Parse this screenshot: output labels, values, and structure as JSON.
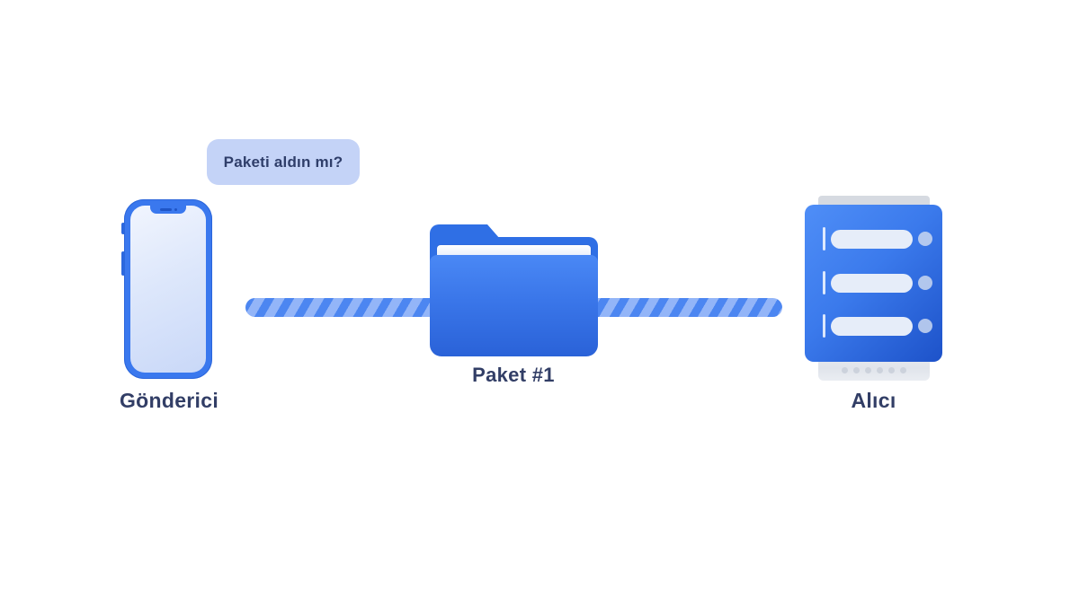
{
  "diagram": {
    "description": "Data transmission illustration: sender phone sends packet over link to receiver server",
    "chat_bubble": {
      "text": "Paketi aldın mı?",
      "bg_color": "#c4d3f7",
      "text_color": "#2f3e6a"
    },
    "sender": {
      "label": "Gönderici",
      "icon": "smartphone-icon"
    },
    "packet": {
      "label": "Paket #1",
      "icon": "folder-icon"
    },
    "receiver": {
      "label": "Alıcı",
      "icon": "server-icon"
    },
    "link": {
      "icon": "striped-cable",
      "stripe_color": "#4c86f1",
      "base_color": "#93b5f8"
    },
    "colors": {
      "background": "#ffffff",
      "primary_blue": "#3a78ee",
      "folder_blue_top": "#4a88f5",
      "folder_blue_bottom": "#2a62d8",
      "server_blue_top": "#4f8ef7",
      "server_blue_bottom": "#1d52c9",
      "label_text": "#323e66",
      "bubble_bg": "#c4d3f7"
    }
  }
}
